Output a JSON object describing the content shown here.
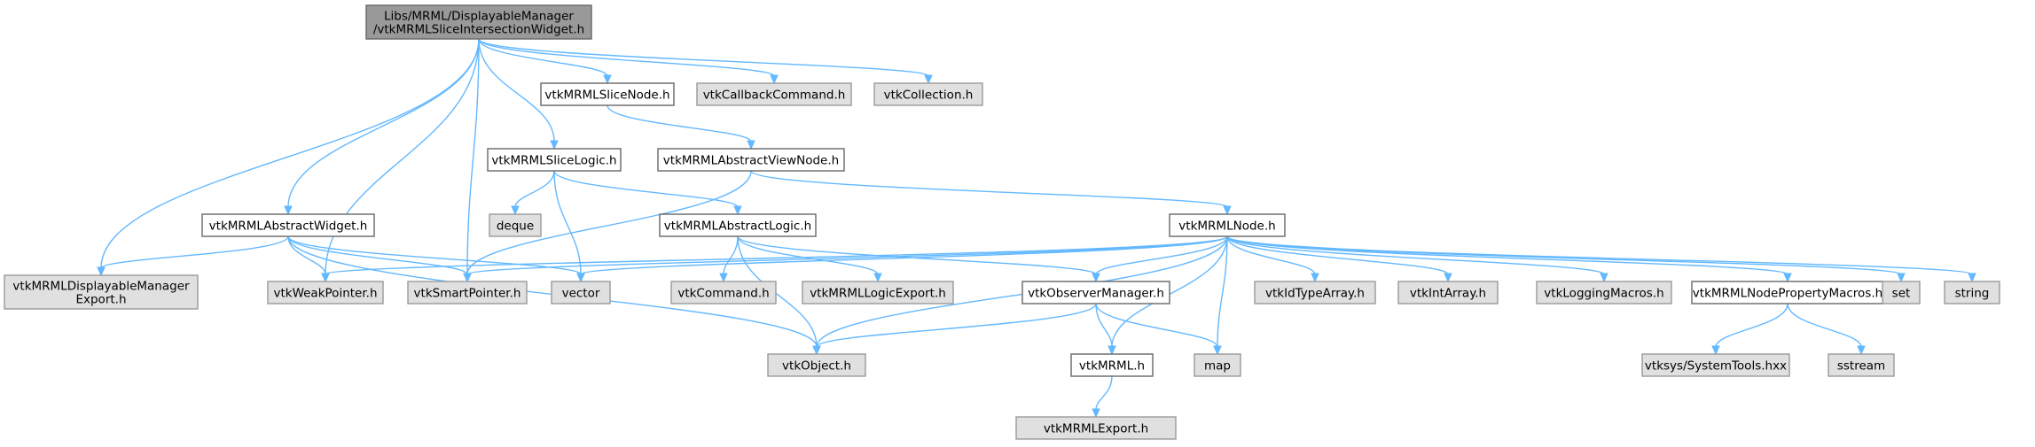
{
  "graph": {
    "colors": {
      "edge": "#63b8ff",
      "root_fill": "#999999",
      "doc_fill": "#ffffff",
      "external_fill": "#e0e0e0"
    },
    "nodes": [
      {
        "id": "root",
        "kind": "root",
        "lines": [
          "Libs/MRML/DisplayableManager",
          "/vtkMRMLSliceIntersectionWidget.h"
        ]
      },
      {
        "id": "sliceNode",
        "kind": "doc",
        "lines": [
          "vtkMRMLSliceNode.h"
        ]
      },
      {
        "id": "callbackCmd",
        "kind": "ext",
        "lines": [
          "vtkCallbackCommand.h"
        ]
      },
      {
        "id": "collection",
        "kind": "ext",
        "lines": [
          "vtkCollection.h"
        ]
      },
      {
        "id": "sliceLogic",
        "kind": "doc",
        "lines": [
          "vtkMRMLSliceLogic.h"
        ]
      },
      {
        "id": "absViewNode",
        "kind": "doc",
        "lines": [
          "vtkMRMLAbstractViewNode.h"
        ]
      },
      {
        "id": "deque",
        "kind": "ext",
        "lines": [
          "deque"
        ]
      },
      {
        "id": "absWidget",
        "kind": "doc",
        "lines": [
          "vtkMRMLAbstractWidget.h"
        ]
      },
      {
        "id": "absLogic",
        "kind": "doc",
        "lines": [
          "vtkMRMLAbstractLogic.h"
        ]
      },
      {
        "id": "mrmlNode",
        "kind": "doc",
        "lines": [
          "vtkMRMLNode.h"
        ]
      },
      {
        "id": "dispExport",
        "kind": "ext",
        "lines": [
          "vtkMRMLDisplayableManager",
          "Export.h"
        ]
      },
      {
        "id": "weakPtr",
        "kind": "ext",
        "lines": [
          "vtkWeakPointer.h"
        ]
      },
      {
        "id": "smartPtr",
        "kind": "ext",
        "lines": [
          "vtkSmartPointer.h"
        ]
      },
      {
        "id": "vector",
        "kind": "ext",
        "lines": [
          "vector"
        ]
      },
      {
        "id": "command",
        "kind": "ext",
        "lines": [
          "vtkCommand.h"
        ]
      },
      {
        "id": "logicExport",
        "kind": "ext",
        "lines": [
          "vtkMRMLLogicExport.h"
        ]
      },
      {
        "id": "obsMgr",
        "kind": "doc",
        "lines": [
          "vtkObserverManager.h"
        ]
      },
      {
        "id": "idType",
        "kind": "ext",
        "lines": [
          "vtkIdTypeArray.h"
        ]
      },
      {
        "id": "intArray",
        "kind": "ext",
        "lines": [
          "vtkIntArray.h"
        ]
      },
      {
        "id": "logging",
        "kind": "ext",
        "lines": [
          "vtkLoggingMacros.h"
        ]
      },
      {
        "id": "propMacros",
        "kind": "doc",
        "lines": [
          "vtkMRMLNodePropertyMacros.h"
        ]
      },
      {
        "id": "set",
        "kind": "ext",
        "lines": [
          "set"
        ]
      },
      {
        "id": "string",
        "kind": "ext",
        "lines": [
          "string"
        ]
      },
      {
        "id": "object",
        "kind": "ext",
        "lines": [
          "vtkObject.h"
        ]
      },
      {
        "id": "mrml",
        "kind": "doc",
        "lines": [
          "vtkMRML.h"
        ]
      },
      {
        "id": "map",
        "kind": "ext",
        "lines": [
          "map"
        ]
      },
      {
        "id": "sysTools",
        "kind": "ext",
        "lines": [
          "vtksys/SystemTools.hxx"
        ]
      },
      {
        "id": "sstream",
        "kind": "ext",
        "lines": [
          "sstream"
        ]
      },
      {
        "id": "mrmlExport",
        "kind": "ext",
        "lines": [
          "vtkMRMLExport.h"
        ]
      }
    ],
    "edges": [
      [
        "root",
        "sliceNode"
      ],
      [
        "root",
        "callbackCmd"
      ],
      [
        "root",
        "collection"
      ],
      [
        "root",
        "sliceLogic"
      ],
      [
        "root",
        "absWidget"
      ],
      [
        "root",
        "dispExport"
      ],
      [
        "root",
        "weakPtr"
      ],
      [
        "root",
        "smartPtr"
      ],
      [
        "sliceNode",
        "absViewNode"
      ],
      [
        "sliceLogic",
        "deque"
      ],
      [
        "sliceLogic",
        "absLogic"
      ],
      [
        "sliceLogic",
        "vector"
      ],
      [
        "absViewNode",
        "mrmlNode"
      ],
      [
        "absViewNode",
        "smartPtr"
      ],
      [
        "absWidget",
        "dispExport"
      ],
      [
        "absWidget",
        "weakPtr"
      ],
      [
        "absWidget",
        "smartPtr"
      ],
      [
        "absWidget",
        "vector"
      ],
      [
        "absWidget",
        "object"
      ],
      [
        "absLogic",
        "command"
      ],
      [
        "absLogic",
        "logicExport"
      ],
      [
        "absLogic",
        "obsMgr"
      ],
      [
        "absLogic",
        "object"
      ],
      [
        "mrmlNode",
        "weakPtr"
      ],
      [
        "mrmlNode",
        "smartPtr"
      ],
      [
        "mrmlNode",
        "vector"
      ],
      [
        "mrmlNode",
        "obsMgr"
      ],
      [
        "mrmlNode",
        "object"
      ],
      [
        "mrmlNode",
        "mrml"
      ],
      [
        "mrmlNode",
        "map"
      ],
      [
        "mrmlNode",
        "idType"
      ],
      [
        "mrmlNode",
        "intArray"
      ],
      [
        "mrmlNode",
        "logging"
      ],
      [
        "mrmlNode",
        "propMacros"
      ],
      [
        "mrmlNode",
        "set"
      ],
      [
        "mrmlNode",
        "string"
      ],
      [
        "obsMgr",
        "object"
      ],
      [
        "obsMgr",
        "mrml"
      ],
      [
        "obsMgr",
        "map"
      ],
      [
        "mrml",
        "mrmlExport"
      ],
      [
        "propMacros",
        "sysTools"
      ],
      [
        "propMacros",
        "sstream"
      ]
    ]
  }
}
